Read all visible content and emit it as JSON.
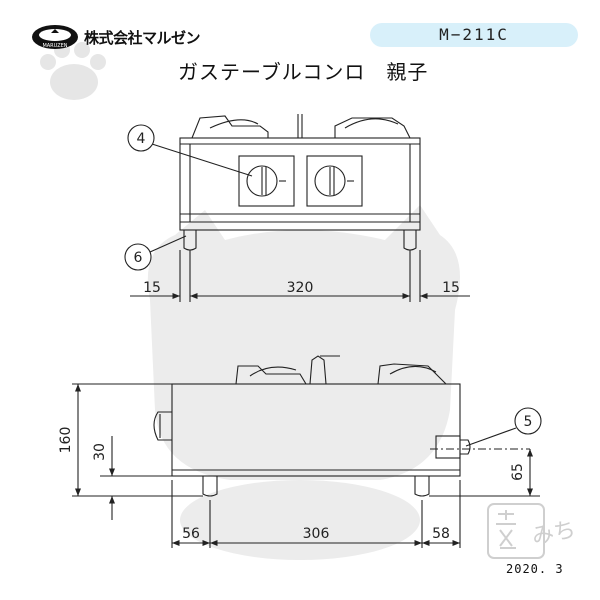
{
  "header": {
    "company": "株式会社マルゼン",
    "logo_sub": "MARUZEN",
    "model": "M−211C",
    "title": "ガステーブルコンロ　親子"
  },
  "callouts": [
    "4",
    "6",
    "5"
  ],
  "dimensions": {
    "front": [
      "15",
      "320",
      "15"
    ],
    "side_horizontal": [
      "56",
      "306",
      "58"
    ],
    "side_vertical": [
      "160",
      "30",
      "65"
    ]
  },
  "watermark": {
    "stamp_text": "みち"
  },
  "footer": {
    "date": "2020. 3"
  },
  "colors": {
    "line": "#222222",
    "badge": "#d8f0fa",
    "watermark": "#e4e4e4"
  }
}
